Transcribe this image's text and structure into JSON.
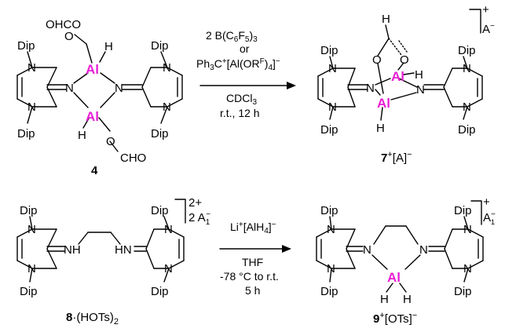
{
  "atoms": {
    "al": "Al",
    "n": "N",
    "o": "O",
    "h": "H",
    "nh": "NH",
    "hn": "HN",
    "dip": "Dip",
    "ohco": "OHCO",
    "cho": "CHO"
  },
  "captions": {
    "c4": "4",
    "c7_main": "7",
    "c7_sup": "+",
    "c7_anion": "[A]",
    "c7_anion_sup": "−",
    "c8_main": "8",
    "c8_rest": "·(HOTs)",
    "c8_sub": "2",
    "c9_main": "9",
    "c9_sup": "+",
    "c9_anion": "[OTs]",
    "c9_anion_sup": "−"
  },
  "charges": {
    "p7_sup": "+",
    "p7_sub": "A",
    "p7_sub_sup": "−",
    "p8_top": "2+",
    "p8_bottom": "2 A",
    "p8_bottom_sub": "1",
    "p8_bottom_sup": "−",
    "p9_sup": "+",
    "p9_sub": "A",
    "p9_sub_sub": "1",
    "p9_sub_sup": "−"
  },
  "conditions_top": {
    "line1_a": "2 B(C",
    "line1_b": "6",
    "line1_c": "F",
    "line1_d": "5",
    "line1_e": ")",
    "line1_f": "3",
    "line2": "or",
    "line3_a": "Ph",
    "line3_b": "3",
    "line3_c": "C",
    "line3_d": "+",
    "line3_e": "[Al(OR",
    "line3_f": "F",
    "line3_g": ")",
    "line3_h": "4",
    "line3_i": "]",
    "line3_j": "−",
    "line4_a": "CDCl",
    "line4_b": "3",
    "line5": "r.t., 12 h"
  },
  "conditions_bottom": {
    "line1_a": "Li",
    "line1_b": "+",
    "line1_c": "[AlH",
    "line1_d": "4",
    "line1_e": "]",
    "line1_f": "−",
    "line2": "THF",
    "line3": "-78 °C to r.t.",
    "line4": "5 h"
  }
}
